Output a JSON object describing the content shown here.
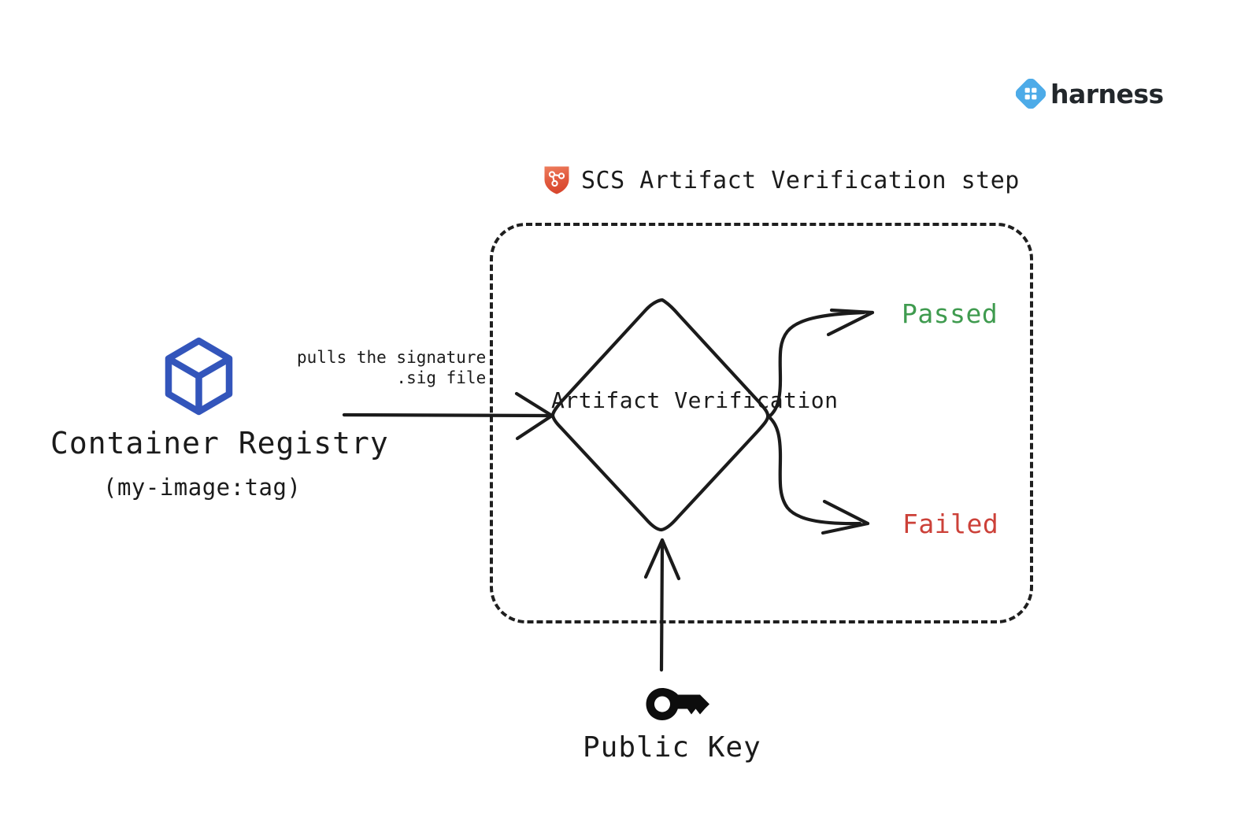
{
  "brand": {
    "name": "harness",
    "logo_icon": "harness-diamond-logo-icon",
    "logo_color": "#4DABE8",
    "text_color": "#22272b"
  },
  "step": {
    "title": "SCS Artifact Verification step",
    "icon": "scs-shield-icon",
    "icon_color": "#E05C41",
    "boundary_style": "dashed-rounded-rect"
  },
  "source": {
    "icon": "container-cube-icon",
    "icon_color": "#3355BB",
    "title": "Container Registry",
    "subtitle": "(my-image:tag)"
  },
  "edges": {
    "pull_label_line1": "pulls the signature",
    "pull_label_line2": ".sig file",
    "pull_label": "pulls the signature\n.sig file"
  },
  "process": {
    "shape": "diamond",
    "line1": "Artifact",
    "line2": "Verification",
    "label": "Artifact\nVerification"
  },
  "outcomes": [
    {
      "label": "Passed",
      "color": "#3f9b4f",
      "direction": "up-right"
    },
    {
      "label": "Failed",
      "color": "#cc4139",
      "direction": "down-right"
    }
  ],
  "outcome_passed": "Passed",
  "outcome_failed": "Failed",
  "input_key": {
    "icon": "key-icon",
    "icon_color": "#0d0d0d",
    "label": "Public Key"
  },
  "colors": {
    "stroke": "#1b1b1b",
    "background": "#ffffff",
    "blue": "#3355BB",
    "brand_blue": "#4DABE8",
    "green": "#3f9b4f",
    "red": "#cc4139",
    "shield": "#E05C41"
  }
}
